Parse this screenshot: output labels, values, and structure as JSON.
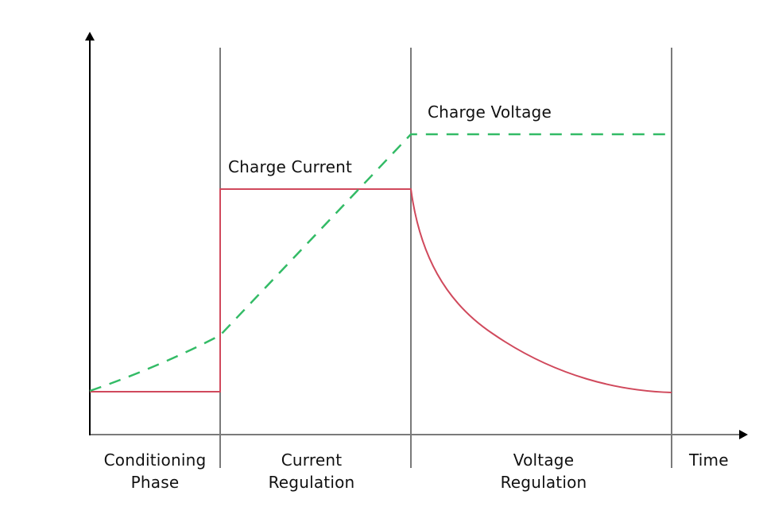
{
  "chart_data": {
    "type": "line",
    "title": "",
    "xlabel": "Time",
    "ylabel": "",
    "phases": [
      "Conditioning Phase",
      "Current Regulation",
      "Voltage Regulation"
    ],
    "series": [
      {
        "name": "Charge Current",
        "style": "solid",
        "color": "#d0495c",
        "description": "Low constant in conditioning phase, steps up to constant high in current regulation, decays exponentially in voltage regulation",
        "points": [
          [
            0,
            0.1
          ],
          [
            1,
            0.1
          ],
          [
            1,
            0.6
          ],
          [
            2,
            0.6
          ],
          [
            3,
            0.1
          ]
        ]
      },
      {
        "name": "Charge Voltage",
        "style": "dashed",
        "color": "#33bb66",
        "description": "Rises slowly during conditioning, rises faster during current regulation, flat at charge voltage during voltage regulation",
        "points": [
          [
            0,
            0.1
          ],
          [
            1,
            0.25
          ],
          [
            2,
            0.75
          ],
          [
            3,
            0.75
          ]
        ]
      }
    ],
    "grid": false,
    "legend": "inline labels"
  },
  "labels": {
    "charge_current": "Charge Current",
    "charge_voltage": "Charge Voltage",
    "time": "Time",
    "phase1_line1": "Conditioning",
    "phase1_line2": "Phase",
    "phase2_line1": "Current",
    "phase2_line2": "Regulation",
    "phase3_line1": "Voltage",
    "phase3_line2": "Regulation"
  },
  "colors": {
    "current": "#d0495c",
    "voltage": "#33bb66",
    "axis": "#000000",
    "divider": "#7a7a7a"
  }
}
